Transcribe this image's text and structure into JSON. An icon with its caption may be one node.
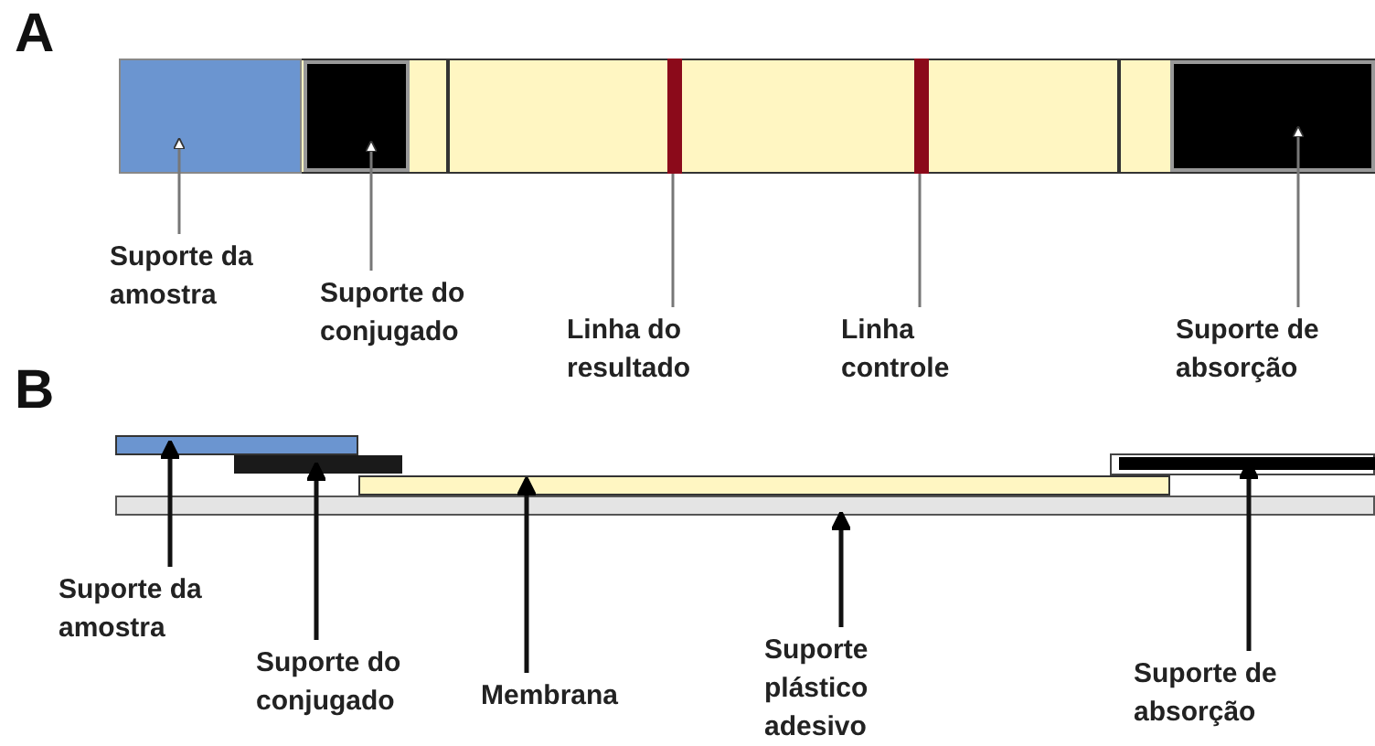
{
  "diagram": {
    "nodes": [
      {
        "text": [],
        "shape": "bar"
      },
      {
        "text": [],
        "shape": "bar"
      },
      {
        "text": [],
        "shape": "bar"
      },
      {
        "text": [],
        "shape": "bar"
      },
      {
        "text": [],
        "shape": "bar"
      },
      {
        "text": [
          "Suporte da amostra"
        ]
      },
      {
        "text": [
          "Suporte do conjugado"
        ]
      },
      {
        "text": [
          "Linha do resultado"
        ]
      },
      {
        "text": [
          "Linha controle"
        ]
      },
      {
        "text": [
          "Suporte de absorção"
        ]
      },
      {
        "text": [],
        "shape": "bar"
      },
      {
        "text": [],
        "shape": "bar"
      },
      {
        "text": [],
        "shape": "bar"
      },
      {
        "text": [],
        "shape": "bar"
      },
      {
        "text": [],
        "shape": "bar"
      },
      {
        "text": [
          "Suporte da amostra"
        ]
      },
      {
        "text": [
          "Suporte do conjugado"
        ]
      },
      {
        "text": [
          "Membrana"
        ]
      },
      {
        "text": [
          "Suporte plástico adesivo"
        ]
      },
      {
        "text": [
          "Suporte de absorção"
        ]
      }
    ],
    "edges": [
      {
        "from": 5,
        "to": 0,
        "arrow": "to"
      },
      {
        "from": 6,
        "to": 1,
        "arrow": "to"
      },
      {
        "from": 7,
        "to": 2,
        "arrow": "none"
      },
      {
        "from": 8,
        "to": 3,
        "arrow": "none"
      },
      {
        "from": 9,
        "to": 4,
        "arrow": "to"
      },
      {
        "from": 15,
        "to": 10,
        "arrow": "to",
        "color": "#111111"
      },
      {
        "from": 16,
        "to": 11,
        "arrow": "to",
        "color": "#111111"
      },
      {
        "from": 17,
        "to": 12,
        "arrow": "to",
        "color": "#111111"
      },
      {
        "from": 18,
        "to": 13,
        "arrow": "to",
        "color": "#111111"
      },
      {
        "from": 19,
        "to": 14,
        "arrow": "to",
        "color": "#111111"
      }
    ],
    "labels": [
      "A",
      "B"
    ]
  }
}
